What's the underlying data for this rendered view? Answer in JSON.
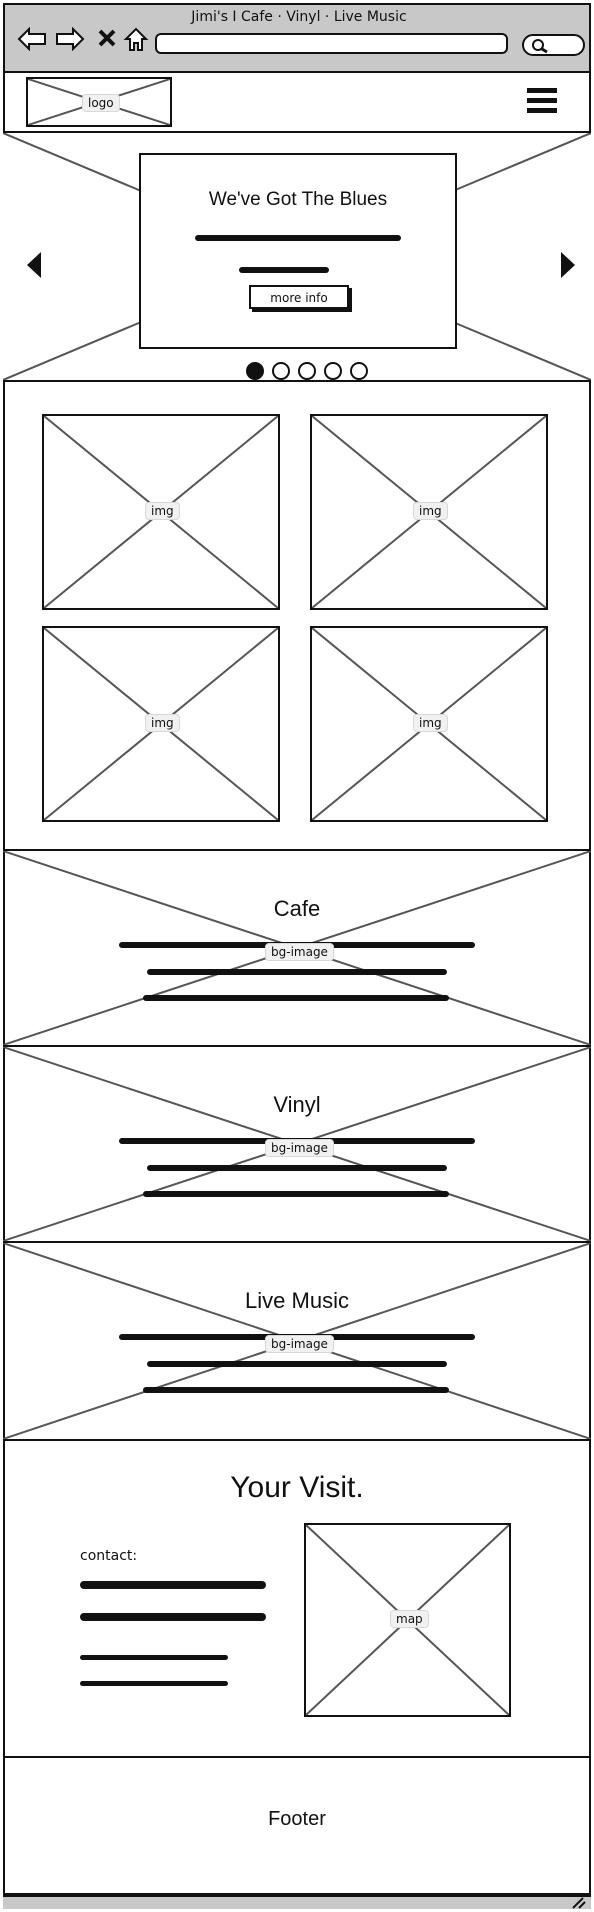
{
  "window": {
    "title": "Jimi's I Cafe · Vinyl · Live Music"
  },
  "header": {
    "logo_label": "logo",
    "menu_icon": "hamburger-icon"
  },
  "carousel": {
    "heading": "We've Got The Blues",
    "button_label": "more info",
    "dots": 5,
    "active_dot": 0
  },
  "gallery": {
    "image_labels": [
      "img",
      "img",
      "img",
      "img"
    ]
  },
  "sections": [
    {
      "title": "Cafe",
      "bg_label": "bg-image"
    },
    {
      "title": "Vinyl",
      "bg_label": "bg-image"
    },
    {
      "title": "Live Music",
      "bg_label": "bg-image"
    }
  ],
  "visit": {
    "title": "Your Visit.",
    "contact_label": "contact:",
    "map_label": "map"
  },
  "footer": {
    "label": "Footer"
  },
  "colors": {
    "chrome": "#c8c8c8",
    "ink": "#111111"
  }
}
